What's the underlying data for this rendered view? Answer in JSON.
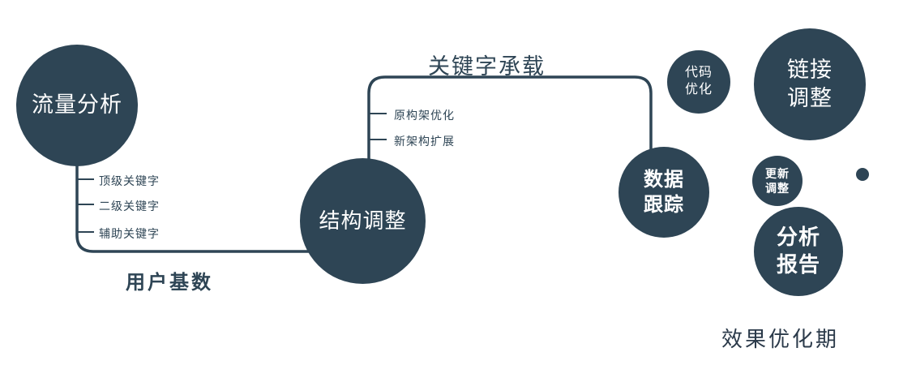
{
  "colors": {
    "primary": "#2e4555",
    "background": "#ffffff",
    "text_on_node": "#ffffff"
  },
  "nodes": {
    "traffic_analysis": {
      "label": "流量分析"
    },
    "structure_adjust": {
      "label": "结构调整"
    },
    "data_tracking": {
      "lines": [
        "数据",
        "跟踪"
      ]
    },
    "code_optimization": {
      "lines": [
        "代码",
        "优化"
      ]
    },
    "link_adjustment": {
      "lines": [
        "链接",
        "调整"
      ]
    },
    "update_adjustment": {
      "lines": [
        "更新",
        "调整"
      ]
    },
    "analysis_report": {
      "lines": [
        "分析",
        "报告"
      ]
    }
  },
  "edge_labels": {
    "keyword_carrying": "关键字承载",
    "user_base": "用户基数"
  },
  "branches": {
    "traffic_keywords": [
      "顶级关键字",
      "二级关键字",
      "辅助关键字"
    ],
    "structure_items": [
      "原构架优化",
      "新架构扩展"
    ]
  },
  "caption": "效果优化期"
}
